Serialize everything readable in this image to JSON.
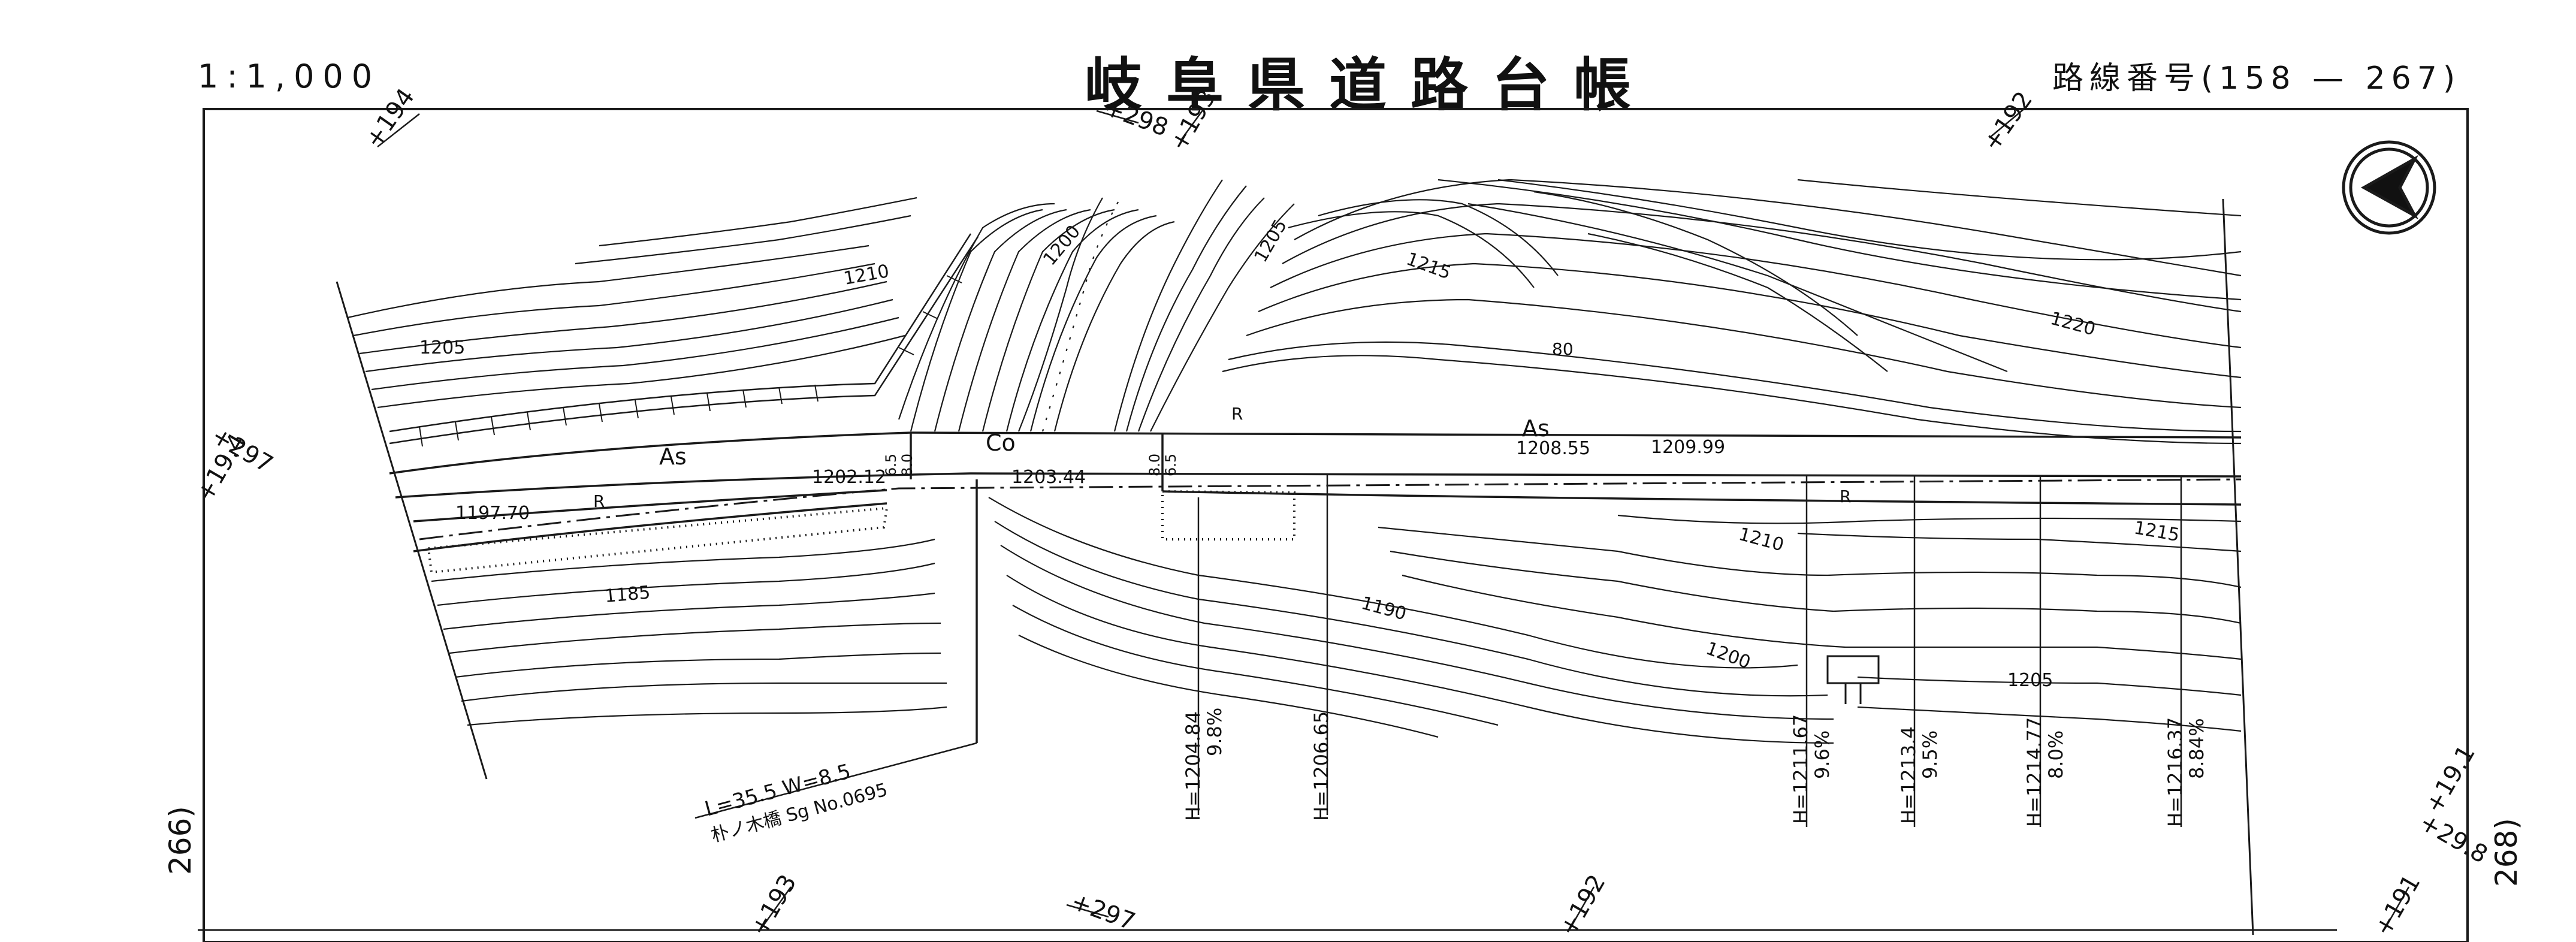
{
  "header": {
    "scale": "1:1,000",
    "title": "岐阜県道路台帳",
    "route_number": "路線番号(158 — 267)"
  },
  "side_labels": {
    "left": "266)",
    "right": "268)"
  },
  "stations_top": [
    "+194",
    "+298",
    "+193",
    "+192"
  ],
  "stations_bottom": [
    "+193",
    "+297",
    "+192",
    "+191"
  ],
  "stations_left": [
    "+297",
    "+19.4"
  ],
  "stations_right": [
    "+19.1",
    "+29.8"
  ],
  "surface_labels": {
    "road_left": "As",
    "road_right": "As",
    "bridge_deck": "Co"
  },
  "elevations": [
    "1202.12",
    "1203.44",
    "1197.70",
    "1208.55",
    "1209.99"
  ],
  "contour_labels": [
    "1210",
    "1205",
    "1200",
    "1205",
    "1215",
    "1220",
    "1210",
    "1185",
    "1190",
    "1200",
    "1215",
    "1205",
    "80"
  ],
  "width_marks": [
    "6.5",
    "8.0",
    "8.0",
    "6.5"
  ],
  "retaining_marks": [
    "R",
    "R",
    "R"
  ],
  "grades": [
    {
      "h": "H=1204.84",
      "pct": "9.8%"
    },
    {
      "h": "H=1206.65",
      "pct": ""
    },
    {
      "h": "H=1211.67",
      "pct": "9.6%"
    },
    {
      "h": "H=1213.4",
      "pct": "9.5%"
    },
    {
      "h": "H=1214.77",
      "pct": "8.0%"
    },
    {
      "h": "H=1216.37",
      "pct": "8.84%"
    }
  ],
  "bridge": {
    "dims": "L=35.5  W=8.5",
    "name": "朴ノ木橋  Sg  No.0695"
  }
}
